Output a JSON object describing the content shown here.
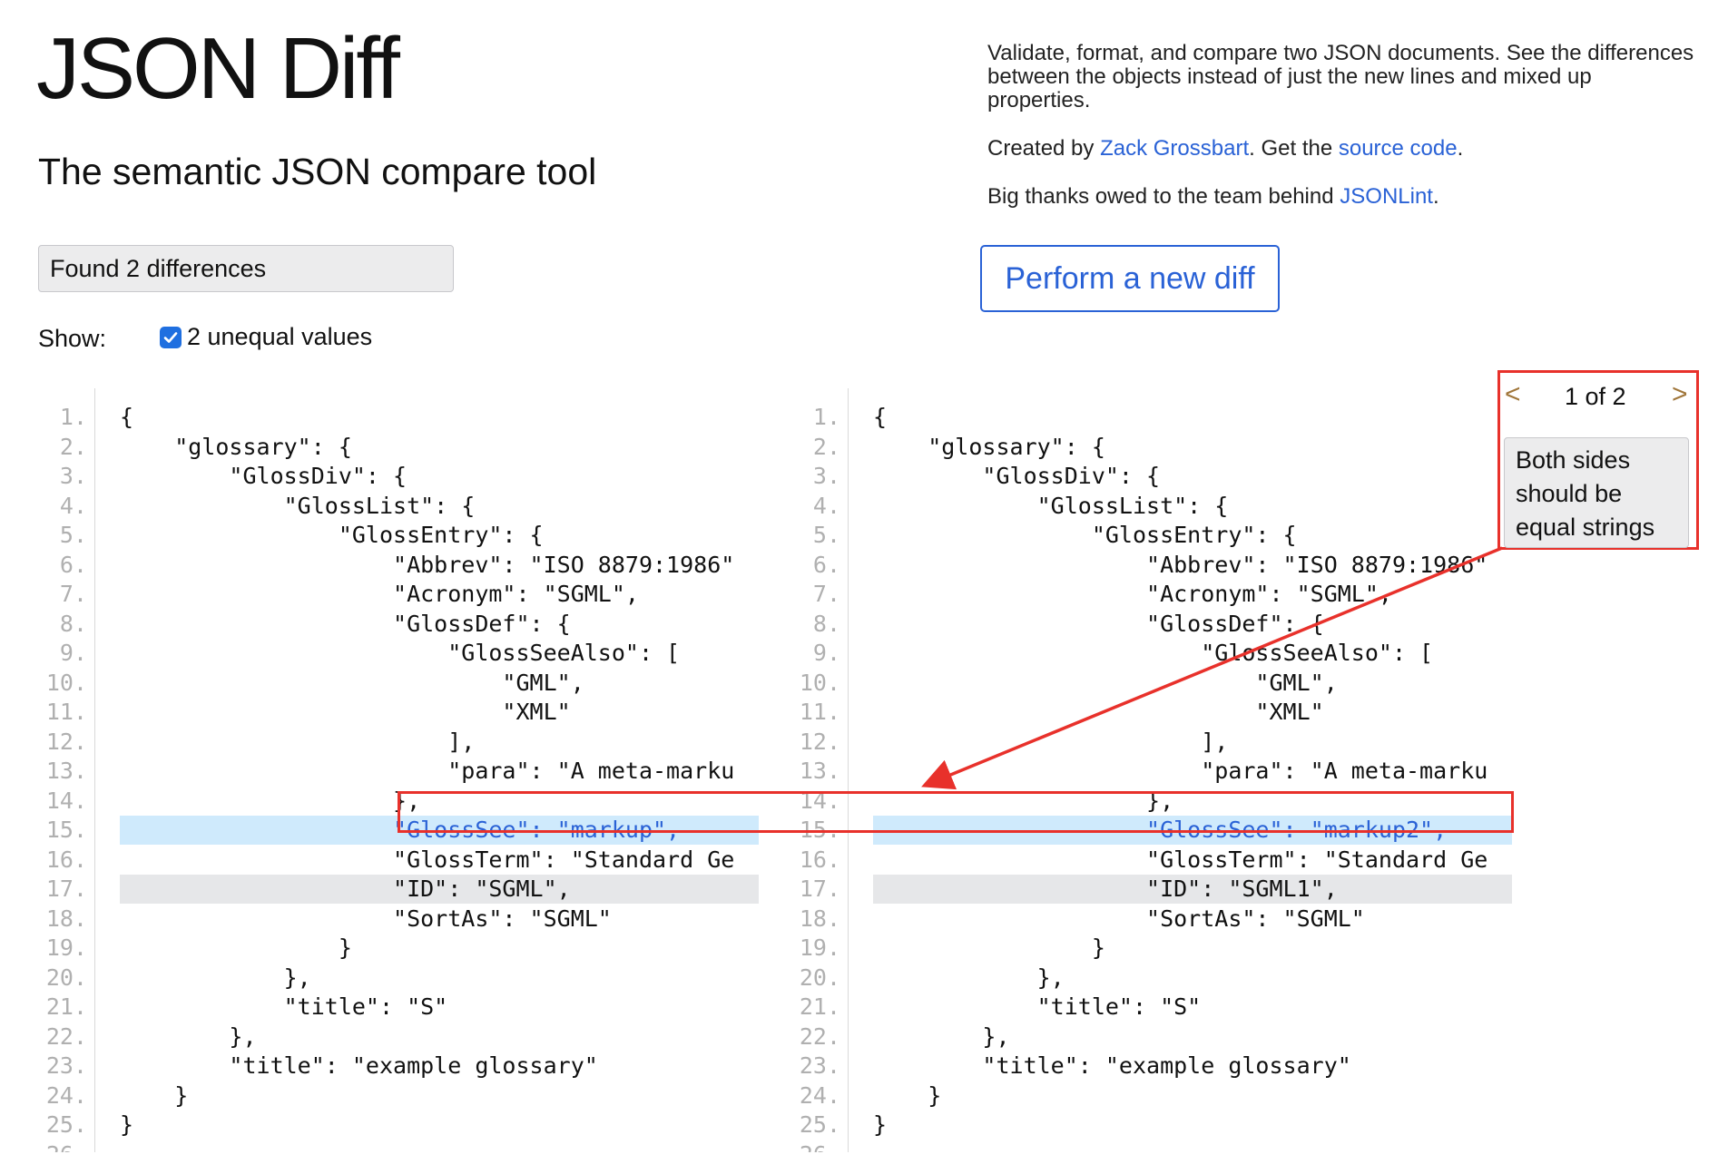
{
  "header": {
    "title": "JSON Diff",
    "tagline": "The semantic JSON compare tool",
    "description": "Validate, format, and compare two JSON documents. See the differences between the objects instead of just the new lines and mixed up properties.",
    "credit_prefix": "Created by ",
    "credit_author": "Zack Grossbart",
    "credit_middle": ". Get the ",
    "credit_source": "source code",
    "credit_suffix": ".",
    "thanks_prefix": "Big thanks owed to the team behind ",
    "thanks_link": "JSONLint",
    "thanks_suffix": "."
  },
  "summary": {
    "found": "Found 2 differences"
  },
  "actions": {
    "new_diff": "Perform a new diff"
  },
  "filters": {
    "show_label": "Show:",
    "unequal_label": "2 unequal values",
    "unequal_checked": true
  },
  "diff_nav": {
    "prev": "<",
    "next": ">",
    "position": "1 of 2",
    "message": "Both sides should be equal strings"
  },
  "left_pane": {
    "lines": [
      "{",
      "    \"glossary\": {",
      "        \"GlossDiv\": {",
      "            \"GlossList\": {",
      "                \"GlossEntry\": {",
      "                    \"Abbrev\": \"ISO 8879:1986\"",
      "                    \"Acronym\": \"SGML\",",
      "                    \"GlossDef\": {",
      "                        \"GlossSeeAlso\": [",
      "                            \"GML\",",
      "                            \"XML\"",
      "                        ],",
      "                        \"para\": \"A meta-marku",
      "                    },",
      "                    \"GlossSee\": \"markup\",",
      "                    \"GlossTerm\": \"Standard Ge",
      "                    \"ID\": \"SGML\",",
      "                    \"SortAs\": \"SGML\"",
      "                }",
      "            },",
      "            \"title\": \"S\"",
      "        },",
      "        \"title\": \"example glossary\"",
      "    }",
      "}",
      ""
    ]
  },
  "right_pane": {
    "lines": [
      "{",
      "    \"glossary\": {",
      "        \"GlossDiv\": {",
      "            \"GlossList\": {",
      "                \"GlossEntry\": {",
      "                    \"Abbrev\": \"ISO 8879:1986\"",
      "                    \"Acronym\": \"SGML\",",
      "                    \"GlossDef\": {",
      "                        \"GlossSeeAlso\": [",
      "                            \"GML\",",
      "                            \"XML\"",
      "                        ],",
      "                        \"para\": \"A meta-marku",
      "                    },",
      "                    \"GlossSee\": \"markup2\",",
      "                    \"GlossTerm\": \"Standard Ge",
      "                    \"ID\": \"SGML1\",",
      "                    \"SortAs\": \"SGML\"",
      "                }",
      "            },",
      "            \"title\": \"S\"",
      "        },",
      "        \"title\": \"example glossary\"",
      "    }",
      "}",
      ""
    ]
  },
  "highlighted_lines": {
    "current_diff": 15,
    "other_diff": 17
  },
  "colors": {
    "link": "#2a62d6",
    "current_diff_bg": "#cfeafc",
    "other_diff_bg": "#e6e7e9",
    "annotation_red": "#e8312b",
    "nav_arrow": "#a0763a"
  }
}
